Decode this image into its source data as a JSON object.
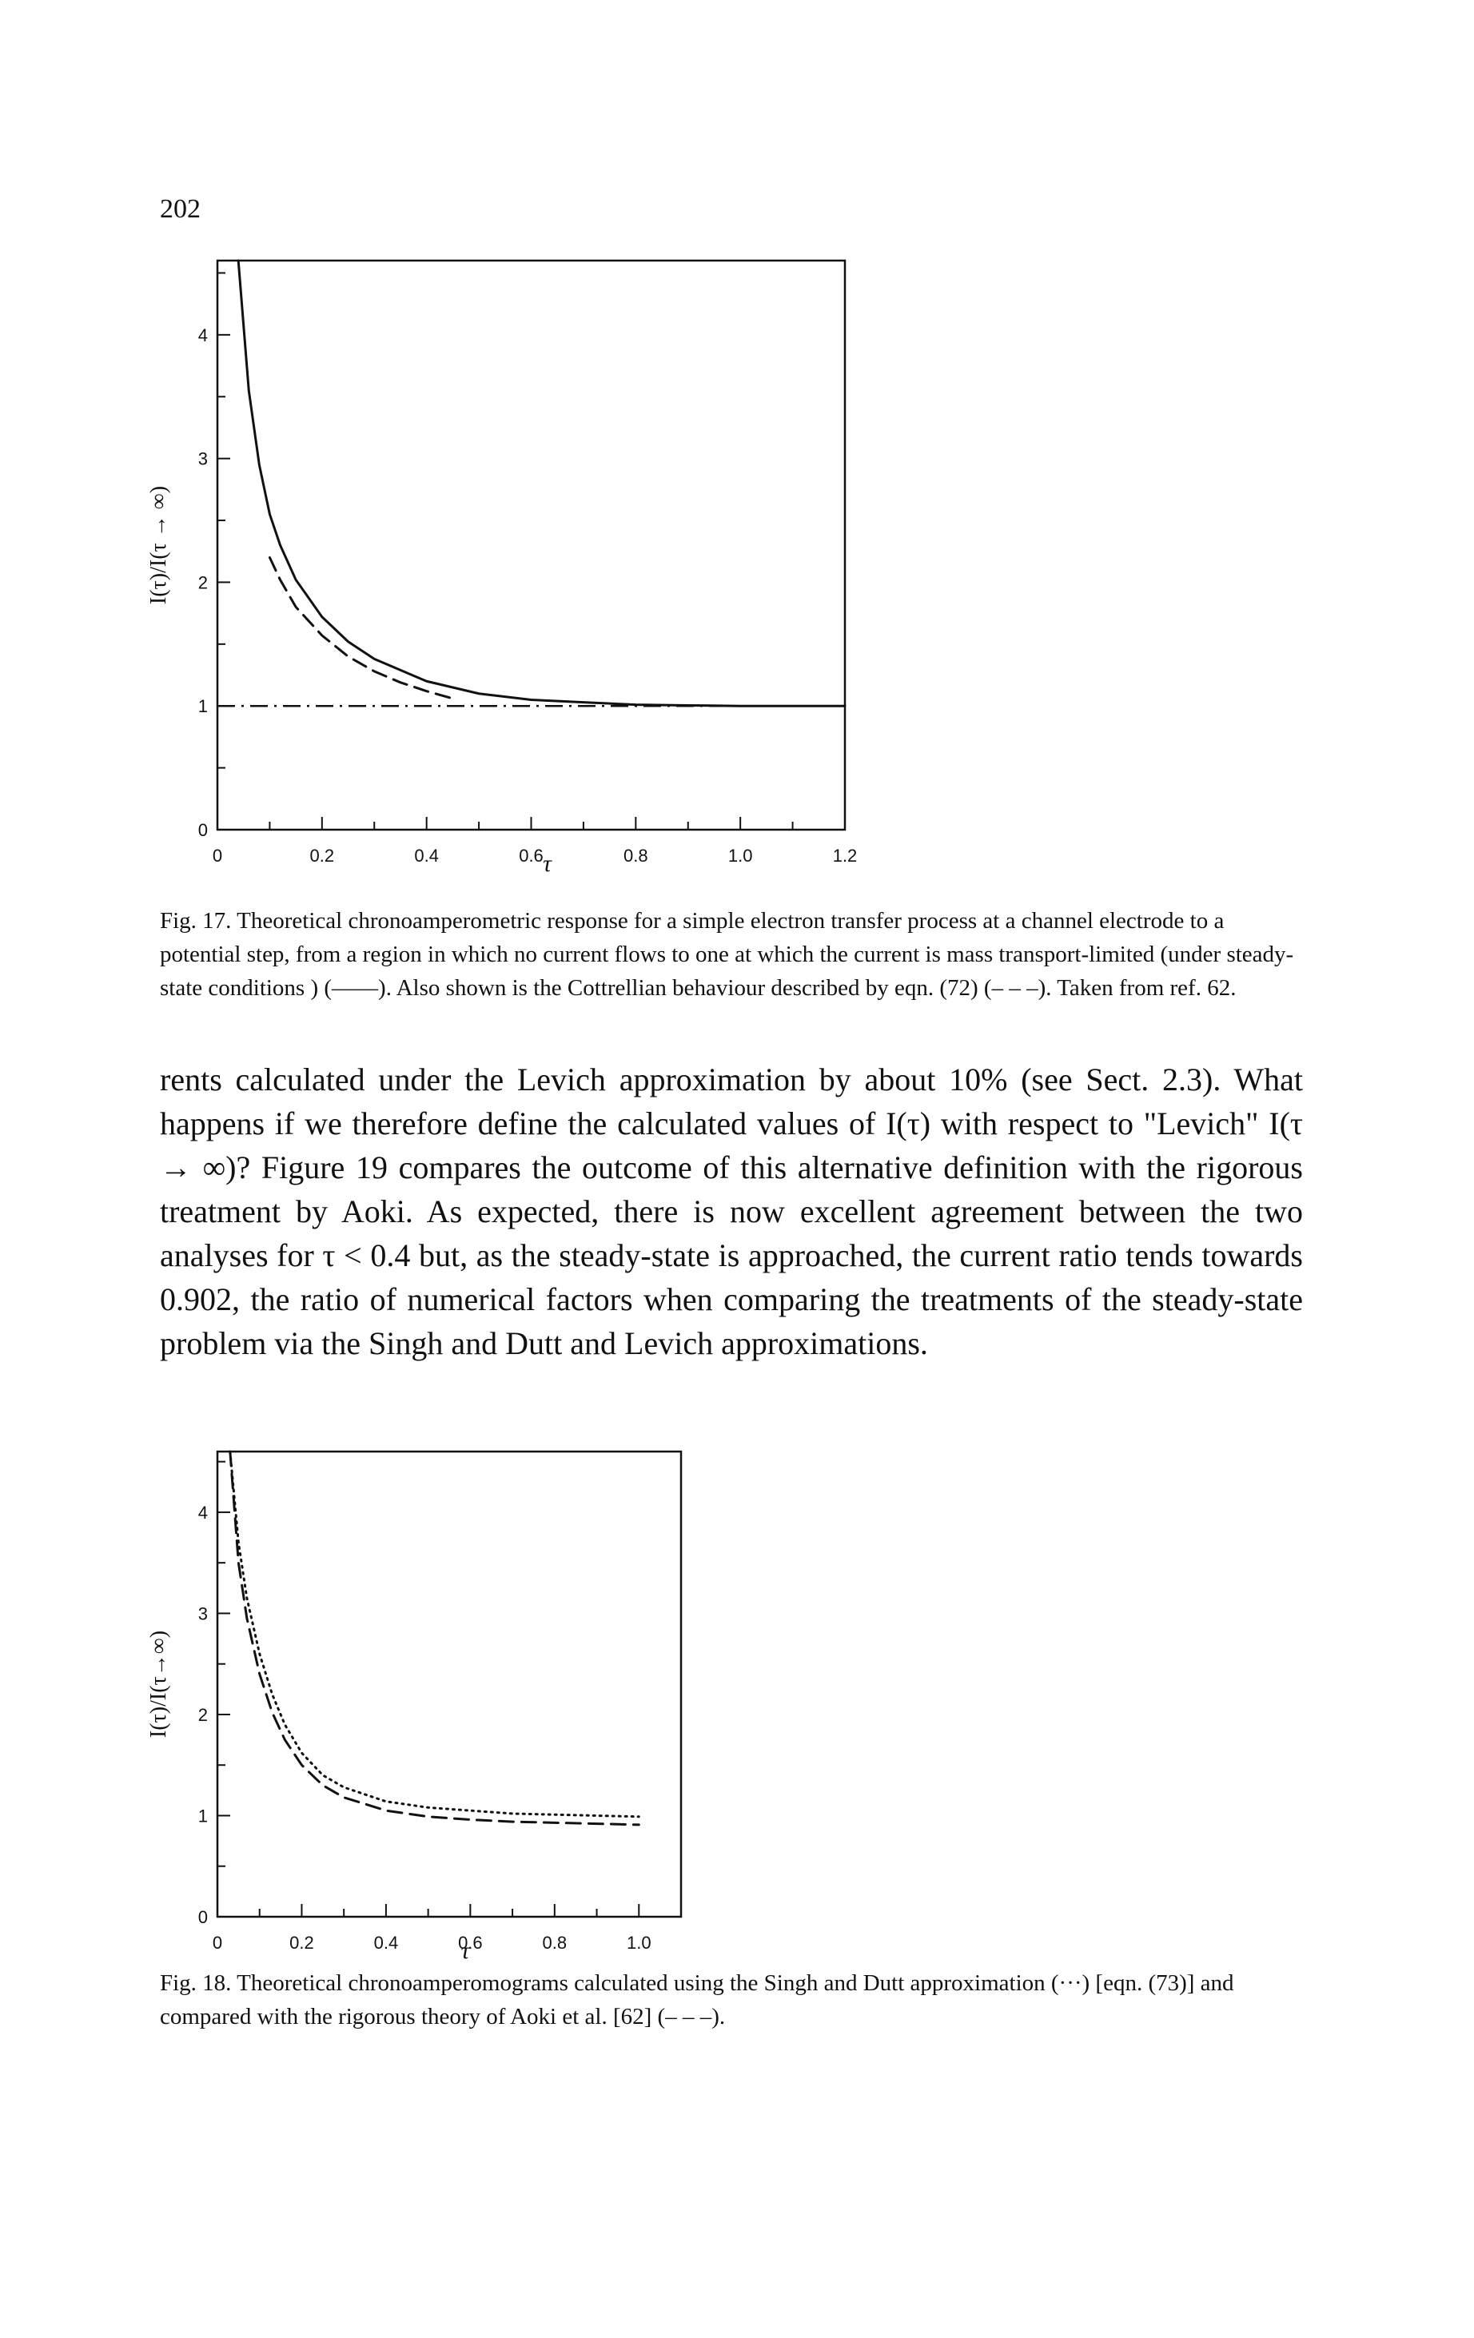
{
  "page_number": "202",
  "figure17": {
    "caption": "Fig. 17. Theoretical chronoamperometric response for a simple electron transfer process at a channel electrode to a potential step, from a region in which no current flows to one at which the current is mass transport-limited (under steady-state conditions ) (——). Also shown is the Cottrellian behaviour described by eqn. (72) (– – –). Taken from ref. 62.",
    "chart_data": {
      "type": "line",
      "xlabel": "τ",
      "ylabel": "I(τ)/I(τ → ∞)",
      "xlim": [
        0,
        1.2
      ],
      "ylim": [
        0,
        4.6
      ],
      "x_ticks": [
        "0",
        "0.2",
        "0.4",
        "0.6",
        "0.8",
        "1.0",
        "1.2"
      ],
      "y_ticks": [
        "0",
        "1",
        "2",
        "3",
        "4"
      ],
      "grid": false,
      "reference_line": {
        "style": "dash-dot",
        "y": 1.0
      },
      "series": [
        {
          "style": "solid",
          "x": [
            0.04,
            0.06,
            0.08,
            0.1,
            0.12,
            0.15,
            0.2,
            0.25,
            0.3,
            0.4,
            0.5,
            0.6,
            0.7,
            0.8,
            0.9,
            1.0,
            1.1,
            1.2
          ],
          "y": [
            4.6,
            3.55,
            2.95,
            2.55,
            2.3,
            2.02,
            1.72,
            1.52,
            1.38,
            1.2,
            1.1,
            1.05,
            1.03,
            1.01,
            1.005,
            1.0,
            1.0,
            1.0
          ]
        },
        {
          "style": "dashed",
          "x": [
            0.1,
            0.12,
            0.15,
            0.2,
            0.25,
            0.3,
            0.35,
            0.4,
            0.45
          ],
          "y": [
            2.2,
            2.02,
            1.8,
            1.57,
            1.4,
            1.28,
            1.19,
            1.12,
            1.06
          ]
        }
      ]
    }
  },
  "body_text": "rents calculated under the Levich approximation by about 10% (see Sect. 2.3). What happens if we therefore define the calculated values of I(τ) with respect to \"Levich\" I(τ → ∞)? Figure 19 compares the outcome of this alternative definition with the rigorous treatment by Aoki. As expected, there is now excellent agreement between the two analyses for τ < 0.4 but, as the steady-state is approached, the current ratio tends towards 0.902, the ratio of numerical factors when comparing the treatments of the steady-state problem via the Singh and Dutt and Levich approximations.",
  "figure18": {
    "caption": "Fig. 18. Theoretical chronoamperomograms calculated using the Singh and Dutt approximation (···) [eqn. (73)] and compared with the rigorous theory of Aoki et al. [62] (– – –).",
    "chart_data": {
      "type": "line",
      "xlabel": "τ",
      "ylabel": "I(τ)/I(τ→∞)",
      "xlim": [
        0,
        1.1
      ],
      "ylim": [
        0,
        4.6
      ],
      "x_ticks": [
        "0",
        "0.2",
        "0.4",
        "0.6",
        "0.8",
        "1.0"
      ],
      "y_ticks": [
        "0",
        "1",
        "2",
        "3",
        "4"
      ],
      "grid": false,
      "series": [
        {
          "style": "dotted",
          "x": [
            0.03,
            0.05,
            0.07,
            0.1,
            0.13,
            0.16,
            0.2,
            0.25,
            0.3,
            0.4,
            0.5,
            0.6,
            0.7,
            0.8,
            0.9,
            1.0
          ],
          "y": [
            4.6,
            3.7,
            3.15,
            2.6,
            2.2,
            1.9,
            1.62,
            1.4,
            1.28,
            1.14,
            1.08,
            1.05,
            1.02,
            1.01,
            1.0,
            0.99
          ]
        },
        {
          "style": "dashed",
          "x": [
            0.03,
            0.05,
            0.07,
            0.1,
            0.13,
            0.16,
            0.2,
            0.25,
            0.3,
            0.4,
            0.5,
            0.6,
            0.7,
            0.8,
            0.9,
            1.0
          ],
          "y": [
            4.6,
            3.5,
            2.95,
            2.4,
            2.02,
            1.75,
            1.5,
            1.3,
            1.18,
            1.05,
            0.99,
            0.96,
            0.94,
            0.93,
            0.92,
            0.91
          ]
        }
      ]
    }
  }
}
